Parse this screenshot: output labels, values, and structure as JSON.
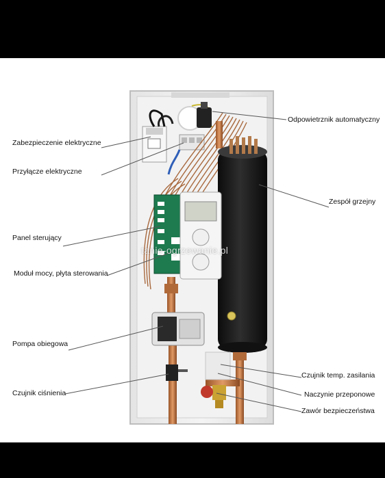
{
  "labels": {
    "odpowietrznik": "Odpowietrznik automatyczny",
    "zabezpieczenie": "Zabezpieczenie elektryczne",
    "przylacze": "Przyłącze elektryczne",
    "zespol": "Zespół grzejny",
    "panel": "Panel sterujący",
    "modul": "Moduł mocy, płyta sterowania",
    "pompa": "Pompa obiegowa",
    "czujnik_temp": "Czujnik temp. zasilania",
    "czujnik_cisn": "Czujnik ciśnienia",
    "naczynie": "Naczynie przeponowe",
    "zawor": "Zawór bezpieczeństwa"
  },
  "watermark": "tanie-ogrzewanie.pl",
  "colors": {
    "background_bars": "#000000",
    "leader_line": "#555555",
    "heater_body": "#1c1c1c",
    "copper": "#c47a45"
  }
}
